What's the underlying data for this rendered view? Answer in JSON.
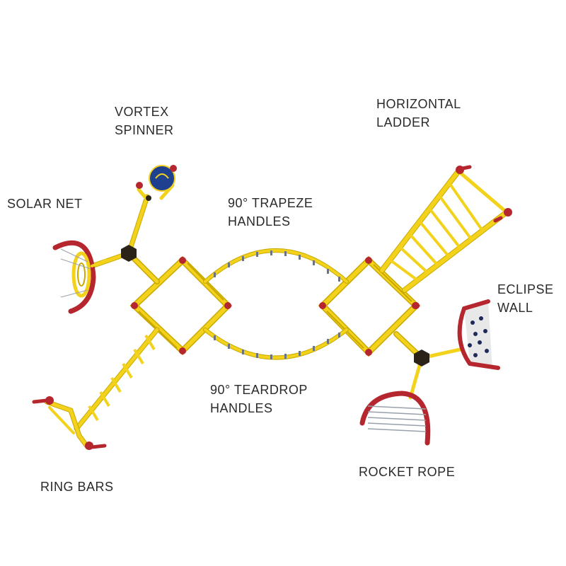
{
  "labels": {
    "vortex_spinner": [
      "VORTEX",
      "SPINNER"
    ],
    "horizontal_ladder": [
      "HORIZONTAL",
      "LADDER"
    ],
    "solar_net": [
      "SOLAR NET"
    ],
    "trapeze_handles": [
      "90° TRAPEZE",
      "HANDLES"
    ],
    "eclipse_wall": [
      "ECLIPSE",
      "WALL"
    ],
    "teardrop_handles": [
      "90° TEARDROP",
      "HANDLES"
    ],
    "ring_bars": [
      "RING BARS"
    ],
    "rocket_rope": [
      "ROCKET ROPE"
    ]
  },
  "colors": {
    "frame": "#f2d21b",
    "frame_edge": "#c9a800",
    "cap": "#b5262e",
    "hub": "#2b2318",
    "handle": "#6b7480",
    "hold": "#1d2a5a",
    "panel": "#e8e8e8",
    "spinner": "#1f3f8f"
  }
}
